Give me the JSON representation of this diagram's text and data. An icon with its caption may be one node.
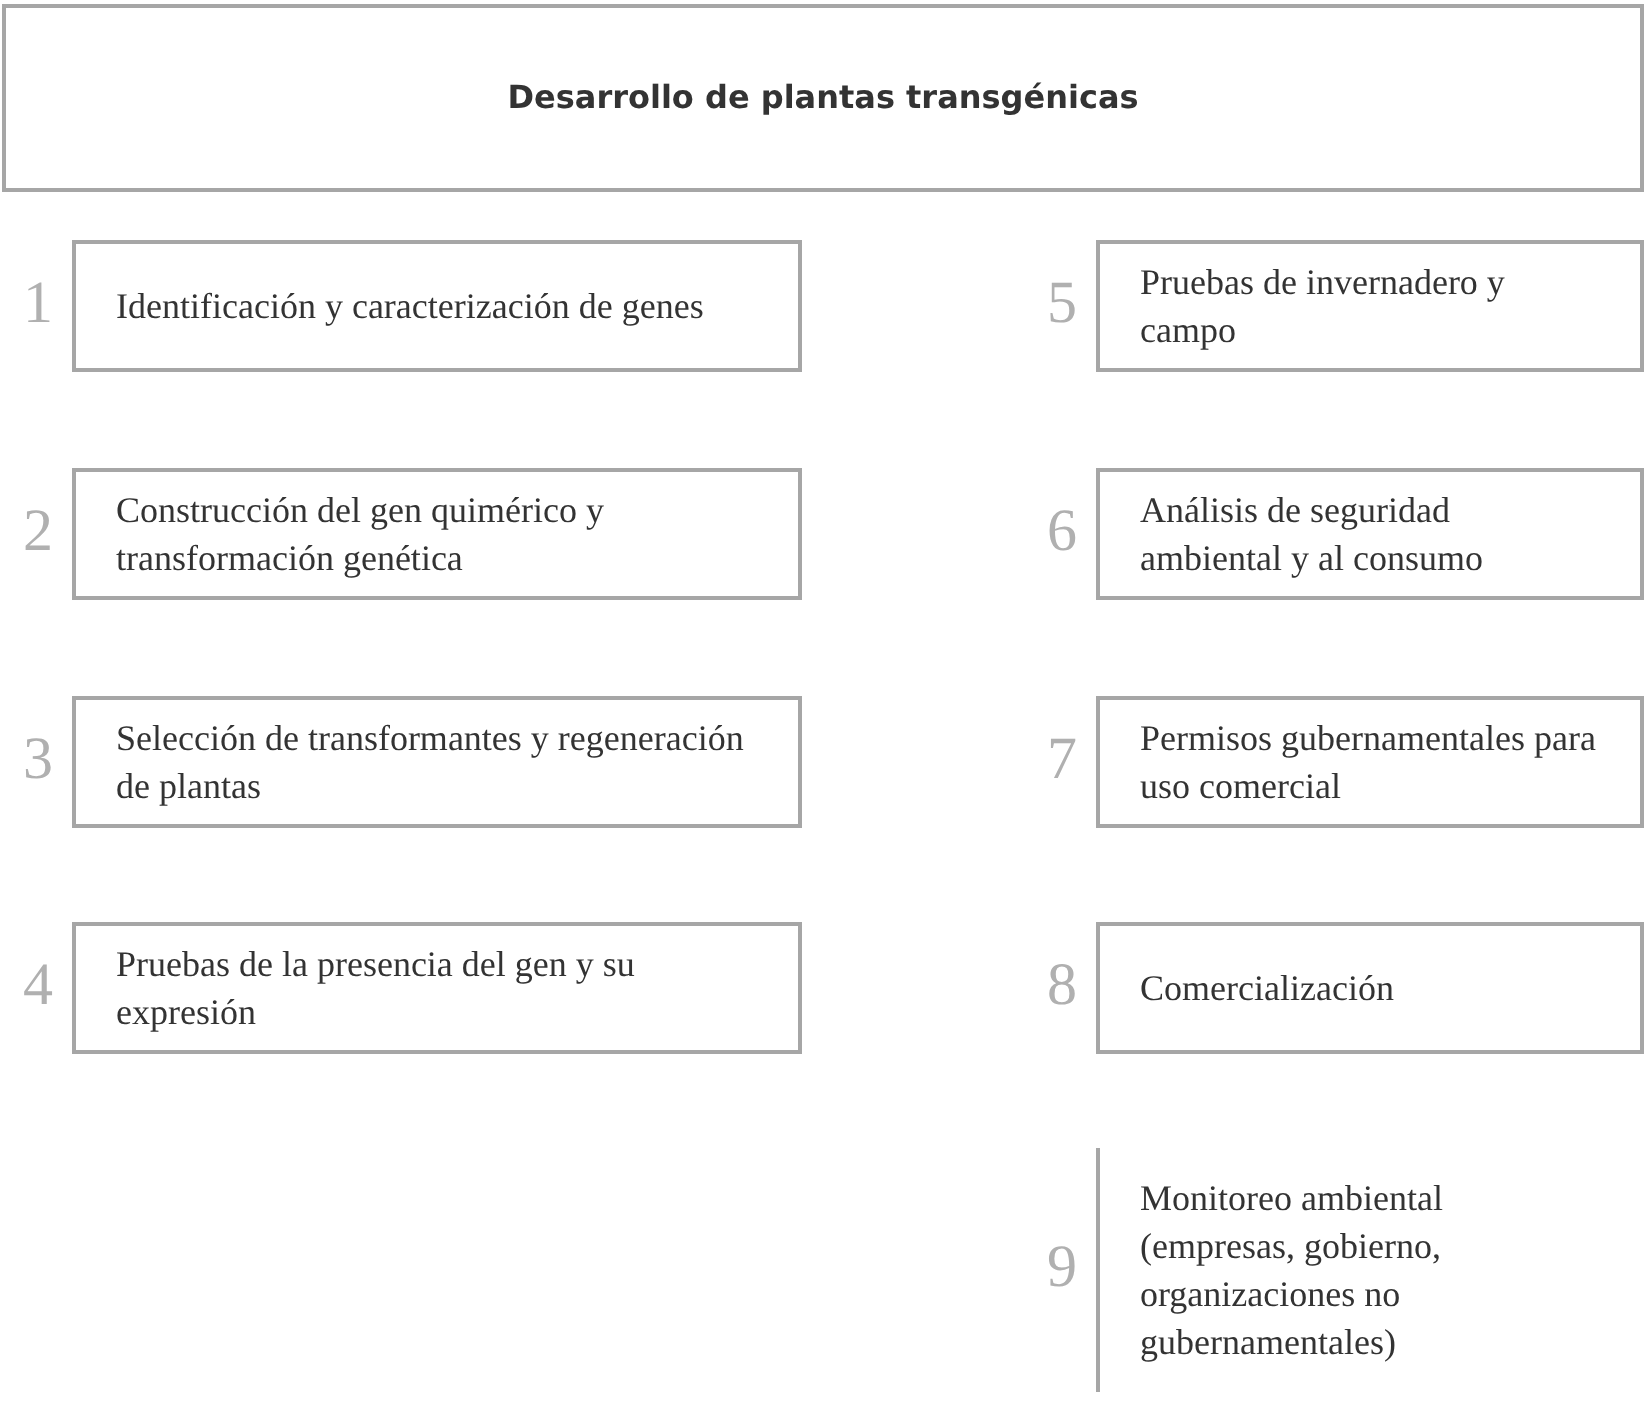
{
  "diagram": {
    "nodes": [
      {
        "text": [
          "Desarrollo de plantas transgénicas"
        ]
      },
      {
        "text": [
          "Identificación y caracterización de genes"
        ],
        "beside": [
          "1"
        ]
      },
      {
        "text": [
          "Construcción del gen quimérico y transformación genética"
        ],
        "beside": [
          "2"
        ]
      },
      {
        "text": [
          "Selección de transformantes y regeneración de plantas"
        ],
        "beside": [
          "3"
        ]
      },
      {
        "text": [
          "Pruebas de la presencia del gen y su expresión"
        ],
        "beside": [
          "4"
        ]
      },
      {
        "text": [
          "Pruebas de invernadero y campo"
        ],
        "beside": [
          "5"
        ]
      },
      {
        "text": [
          "Análisis de seguridad ambiental y al consumo"
        ],
        "beside": [
          "6"
        ]
      },
      {
        "text": [
          "Permisos gubernamentales para uso comercial"
        ],
        "beside": [
          "7"
        ]
      },
      {
        "text": [
          "Comercialización"
        ],
        "beside": [
          "8"
        ]
      },
      {
        "text": [
          "Monitoreo ambiental (empresas, gobierno, organizaciones no gubernamentales)"
        ],
        "beside": [
          "9"
        ]
      }
    ],
    "edges": []
  }
}
